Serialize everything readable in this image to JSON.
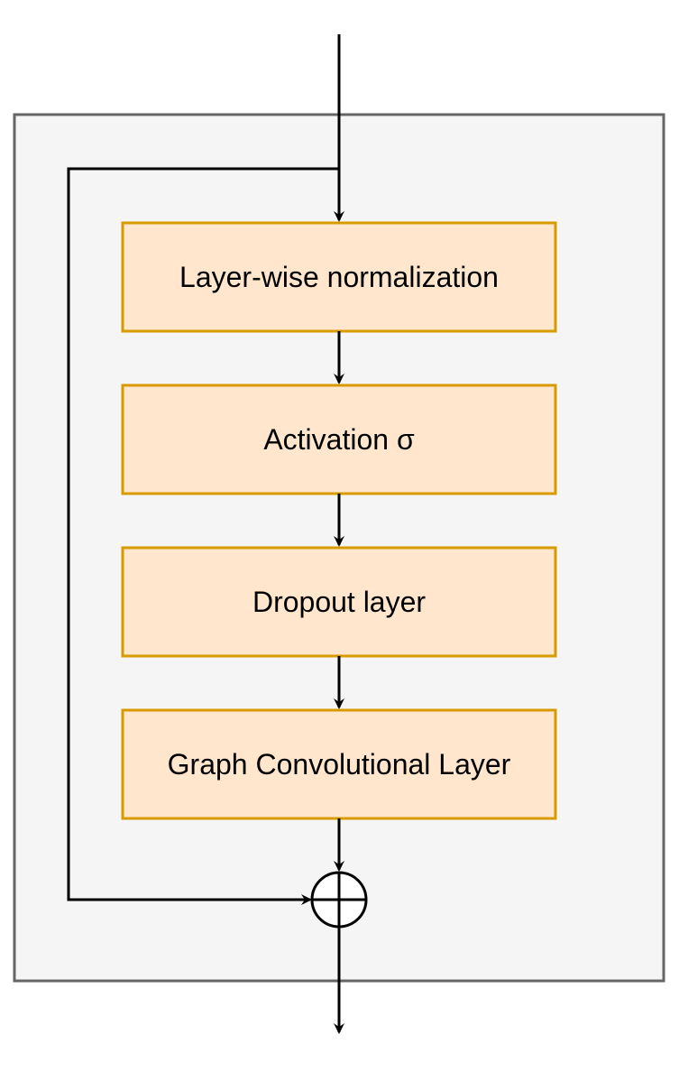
{
  "blocks": [
    {
      "label": "Layer-wise normalization"
    },
    {
      "label": "Activation σ"
    },
    {
      "label": "Dropout layer"
    },
    {
      "label": "Graph Convolutional Layer"
    }
  ],
  "colors": {
    "container_fill": "#f5f5f5",
    "container_stroke": "#666666",
    "block_fill": "#ffe6cc",
    "block_stroke": "#d79b00",
    "line": "#000000"
  },
  "icons": {
    "sum_node": "circled-plus-icon"
  }
}
